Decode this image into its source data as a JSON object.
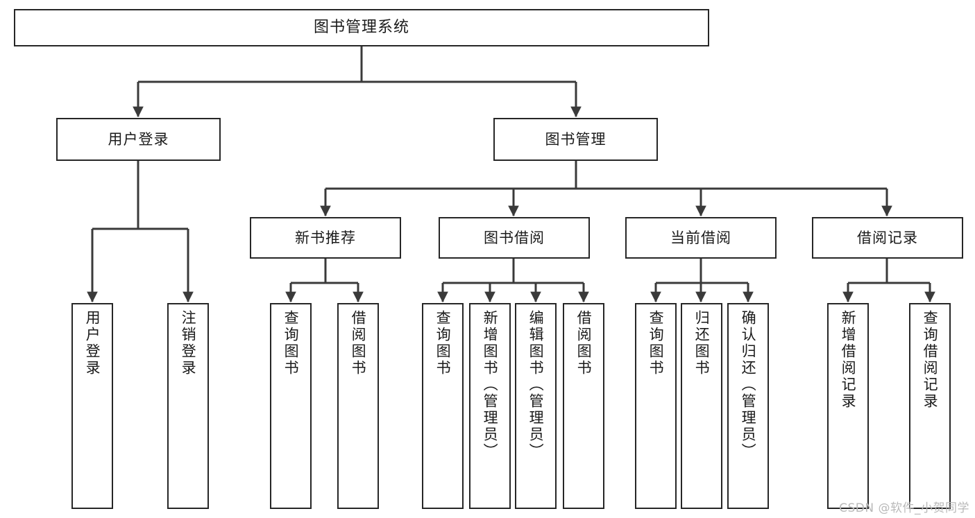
{
  "diagram": {
    "title": "图书管理系统",
    "type": "tree",
    "watermark": "CSDN @软件_小贺同学",
    "colors": {
      "box_border": "#262626",
      "box_fill": "#ffffff",
      "connector": "#3a3a3a",
      "text": "#1a1a1a",
      "watermark": "#b9b9b9",
      "background": "#ffffff"
    },
    "nodes": {
      "root": {
        "label": "图书管理系统"
      },
      "level2": [
        {
          "id": "user-login",
          "label": "用户登录"
        },
        {
          "id": "book-manage",
          "label": "图书管理"
        }
      ],
      "level3": [
        {
          "id": "new-book-rec",
          "label": "新书推荐"
        },
        {
          "id": "book-borrow",
          "label": "图书借阅"
        },
        {
          "id": "current-borrow",
          "label": "当前借阅"
        },
        {
          "id": "borrow-record",
          "label": "借阅记录"
        }
      ],
      "leaves": {
        "user_login": [
          {
            "id": "leaf-user-login",
            "label": "用户登录"
          },
          {
            "id": "leaf-logout-login",
            "label": "注销登录"
          }
        ],
        "new_book_rec": [
          {
            "id": "leaf-query-book-1",
            "label": "查询图书"
          },
          {
            "id": "leaf-borrow-book-1",
            "label": "借阅图书"
          }
        ],
        "book_borrow": [
          {
            "id": "leaf-query-book-2",
            "label": "查询图书"
          },
          {
            "id": "leaf-add-book",
            "label": "新增图书（管理员）"
          },
          {
            "id": "leaf-edit-book",
            "label": "编辑图书（管理员）"
          },
          {
            "id": "leaf-borrow-book-2",
            "label": "借阅图书"
          }
        ],
        "current_borrow": [
          {
            "id": "leaf-query-book-3",
            "label": "查询图书"
          },
          {
            "id": "leaf-return-book",
            "label": "归还图书"
          },
          {
            "id": "leaf-confirm-return",
            "label": "确认归还（管理员）"
          }
        ],
        "borrow_record": [
          {
            "id": "leaf-add-record",
            "label": "新增借阅记录"
          },
          {
            "id": "leaf-query-record",
            "label": "查询借阅记录"
          }
        ]
      }
    }
  }
}
